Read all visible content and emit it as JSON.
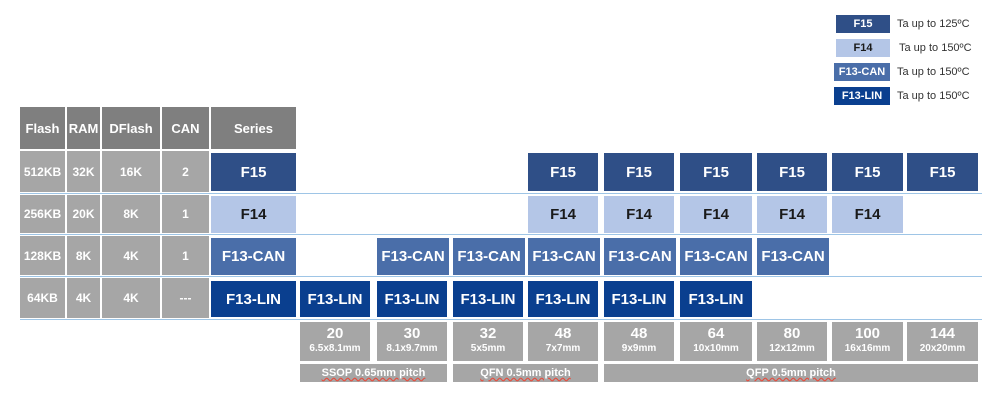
{
  "legend": [
    {
      "label": "F15",
      "text": "Ta  up to 125ºC"
    },
    {
      "label": "F14",
      "text": "Ta up to 150ºC"
    },
    {
      "label": "F13-CAN",
      "text": "Ta up to 150ºC"
    },
    {
      "label": "F13-LIN",
      "text": "Ta up to 150ºC"
    }
  ],
  "headers": {
    "flash": "Flash",
    "ram": "RAM",
    "dflash": "DFlash",
    "can": "CAN",
    "series": "Series"
  },
  "rows": [
    {
      "flash": "512KB",
      "ram": "32K",
      "dflash": "16K",
      "can": "2",
      "series": "F15"
    },
    {
      "flash": "256KB",
      "ram": "20K",
      "dflash": "8K",
      "can": "1",
      "series": "F14"
    },
    {
      "flash": "128KB",
      "ram": "8K",
      "dflash": "4K",
      "can": "1",
      "series": "F13-CAN"
    },
    {
      "flash": "64KB",
      "ram": "4K",
      "dflash": "4K",
      "can": "---",
      "series": "F13-LIN"
    }
  ],
  "pins": [
    {
      "n": "20",
      "size": "6.5x8.1mm"
    },
    {
      "n": "30",
      "size": "8.1x9.7mm"
    },
    {
      "n": "32",
      "size": "5x5mm"
    },
    {
      "n": "48",
      "size": "7x7mm"
    },
    {
      "n": "48",
      "size": "9x9mm"
    },
    {
      "n": "64",
      "size": "10x10mm"
    },
    {
      "n": "80",
      "size": "12x12mm"
    },
    {
      "n": "100",
      "size": "16x16mm"
    },
    {
      "n": "144",
      "size": "20x20mm"
    }
  ],
  "packages": [
    {
      "label": "SSOP 0.65mm pitch"
    },
    {
      "label": "QFN 0.5mm pitch"
    },
    {
      "label": "QFP 0.5mm pitch"
    }
  ],
  "chips": {
    "f15": [
      "F15",
      "F15",
      "F15",
      "F15",
      "F15",
      "F15"
    ],
    "f14": [
      "F14",
      "F14",
      "F14",
      "F14",
      "F14"
    ],
    "fcan": [
      "F13-CAN",
      "F13-CAN",
      "F13-CAN",
      "F13-CAN",
      "F13-CAN",
      "F13-CAN"
    ],
    "flin": [
      "F13-LIN",
      "F13-LIN",
      "F13-LIN",
      "F13-LIN",
      "F13-LIN",
      "F13-LIN"
    ]
  }
}
